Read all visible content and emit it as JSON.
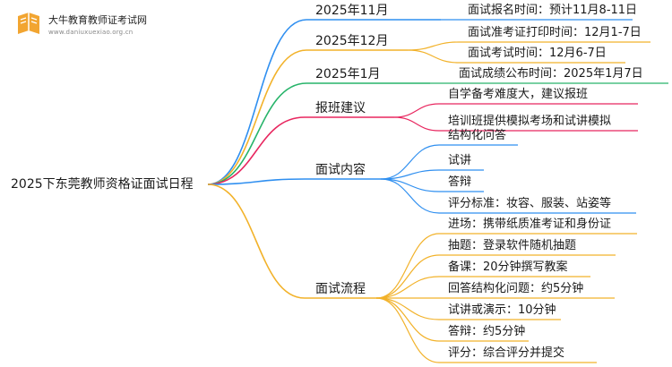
{
  "logo": {
    "title": "大牛教育教师证考试网",
    "url": "www.daniuxuexiao.org.cn",
    "icon": "book-logo-icon",
    "color": "#f2a531"
  },
  "mindmap": {
    "root": "2025下东莞教师资格证面试日程",
    "branches": [
      {
        "label": "2025年11月",
        "color": "#2f8ff0",
        "children": [
          "面试报名时间：预计11月8-11日"
        ]
      },
      {
        "label": "2025年12月",
        "color": "#f2b22a",
        "children": [
          "面试准考证打印时间：12月1-7日",
          "面试考试时间：12月6-7日"
        ]
      },
      {
        "label": "2025年1月",
        "color": "#27b46a",
        "children": [
          "面试成绩公布时间：2025年1月7日"
        ]
      },
      {
        "label": "报班建议",
        "color": "#e8265f",
        "children": [
          "自学备考难度大，建议报班",
          "培训班提供模拟考场和试讲模拟"
        ]
      },
      {
        "label": "面试内容",
        "color": "#2f8ff0",
        "children": [
          "结构化问答",
          "试讲",
          "答辩",
          "评分标准：妆容、服装、站姿等"
        ]
      },
      {
        "label": "面试流程",
        "color": "#f2b22a",
        "children": [
          "进场：携带纸质准考证和身份证",
          "抽题：登录软件随机抽题",
          "备课：20分钟撰写教案",
          "回答结构化问题：约5分钟",
          "试讲或演示：10分钟",
          "答辩：约5分钟",
          "评分：综合评分并提交"
        ]
      }
    ]
  }
}
